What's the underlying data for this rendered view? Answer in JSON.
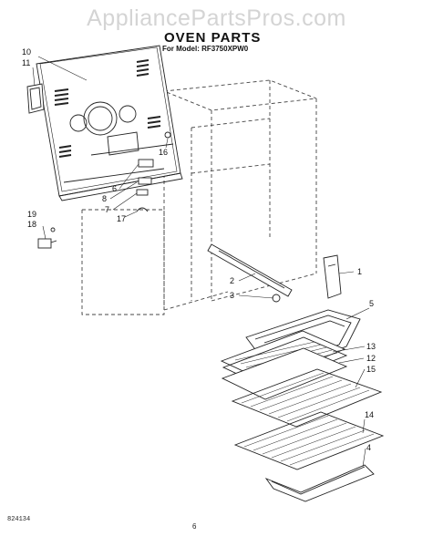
{
  "watermark": "AppliancePartsPros.com",
  "header": {
    "title": "OVEN PARTS",
    "subtitle": "For Model: RF3750XPW0"
  },
  "callouts": [
    {
      "id": "c10",
      "label": "10"
    },
    {
      "id": "c11",
      "label": "11"
    },
    {
      "id": "c16",
      "label": "16"
    },
    {
      "id": "c6",
      "label": "6"
    },
    {
      "id": "c8",
      "label": "8"
    },
    {
      "id": "c7",
      "label": "7"
    },
    {
      "id": "c17",
      "label": "17"
    },
    {
      "id": "c19",
      "label": "19"
    },
    {
      "id": "c18",
      "label": "18"
    },
    {
      "id": "c1",
      "label": "1"
    },
    {
      "id": "c2",
      "label": "2"
    },
    {
      "id": "c3",
      "label": "3"
    },
    {
      "id": "c5",
      "label": "5"
    },
    {
      "id": "c13",
      "label": "13"
    },
    {
      "id": "c12",
      "label": "12"
    },
    {
      "id": "c15",
      "label": "15"
    },
    {
      "id": "c14",
      "label": "14"
    },
    {
      "id": "c4",
      "label": "4"
    }
  ],
  "footer": {
    "doc_number": "824134",
    "page_number": "6"
  }
}
